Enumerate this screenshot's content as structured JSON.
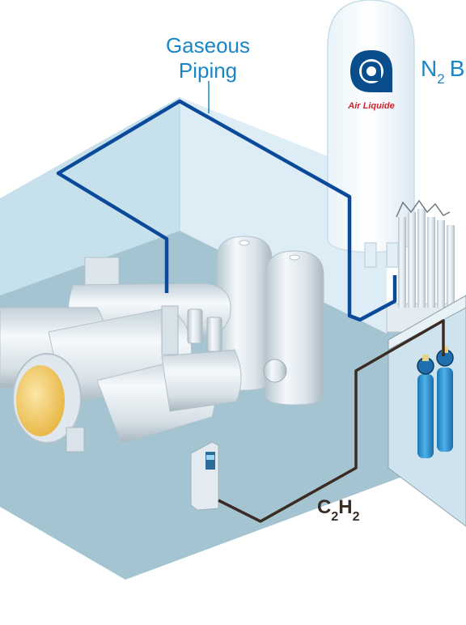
{
  "labels": {
    "gaseous_line1": "Gaseous",
    "gaseous_line2": "Piping",
    "n2_symbol": "N",
    "n2_sub": "2",
    "n2_suffix": "B",
    "c2h2_c": "C",
    "c2h2_sub1": "2",
    "c2h2_h": "H",
    "c2h2_sub2": "2",
    "brand": "Air Liquide"
  },
  "colors": {
    "label_blue": "#1b86c6",
    "brand_red": "#d3222a",
    "logo_blue": "#0a4d8c",
    "pipe_blue": "#0b4a9a",
    "pipe_brown": "#3a2c22",
    "floor": "#9fc1cf",
    "wall": "#d4e9f2",
    "cylinder_blue": "#2a8fd0"
  },
  "icons": [
    "air-liquide-logo-icon"
  ]
}
